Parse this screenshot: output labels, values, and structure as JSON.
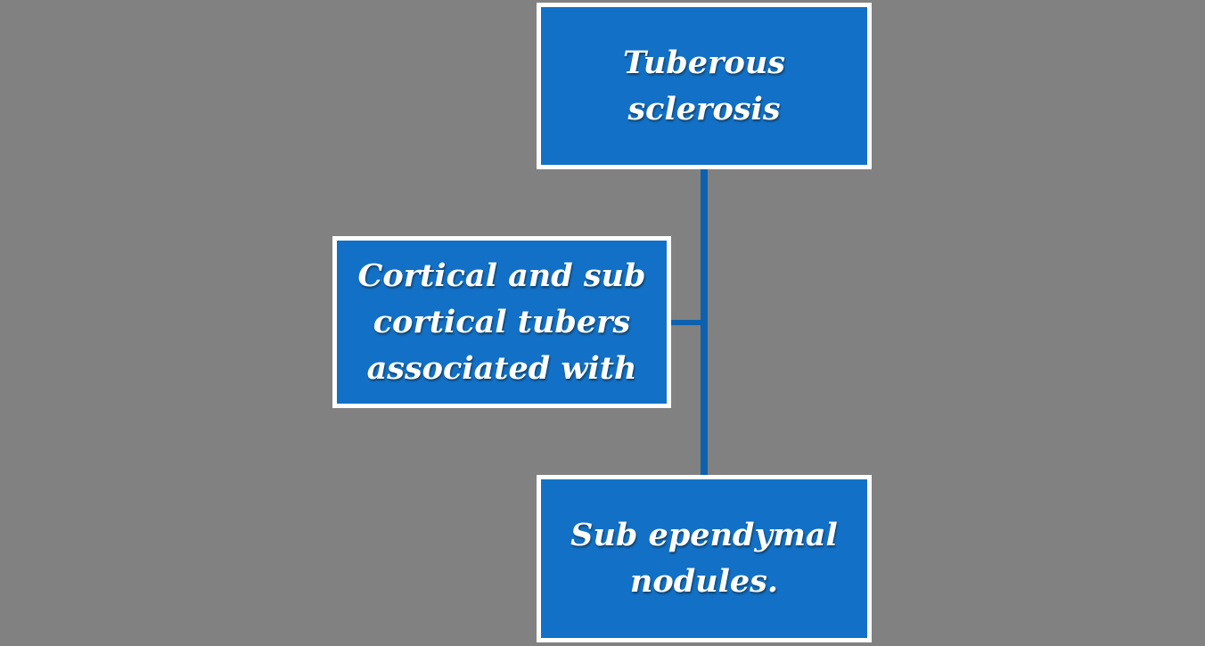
{
  "diagram": {
    "type": "hierarchy-flow",
    "background_color": "#818181",
    "node_fill_color": "#1271C6",
    "node_border_color": "#FFFFFF",
    "node_text_color": "#FFFFFF",
    "connector_color": "#0E61AE",
    "nodes": [
      {
        "id": "tuberous-sclerosis",
        "text": "Tuberous sclerosis",
        "lines": [
          "Tuberous",
          "sclerosis"
        ]
      },
      {
        "id": "cortical-subcortical-tubers",
        "text": "Cortical and sub cortical tubers associated with",
        "lines": [
          "Cortical and sub",
          "cortical tubers",
          "associated with"
        ]
      },
      {
        "id": "subependymal-nodules",
        "text": "Sub ependymal nodules.",
        "lines": [
          "Sub ependymal",
          "nodules."
        ]
      }
    ],
    "edges": [
      {
        "from": "tuberous-sclerosis",
        "to": "subependymal-nodules",
        "style": "vertical-line"
      },
      {
        "from": "cortical-subcortical-tubers",
        "to": "trunk",
        "style": "horizontal-line"
      }
    ]
  }
}
